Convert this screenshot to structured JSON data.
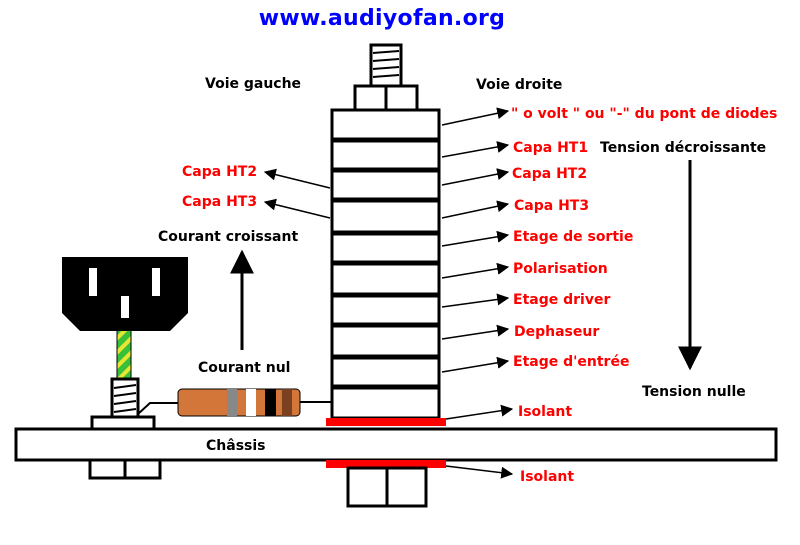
{
  "site_url": "www.audiyofan.org",
  "colors": {
    "url": "#0000ff",
    "label_red": "#ff0000",
    "label_black": "#000000",
    "insulator": "#ff0000",
    "resistor": "#d2763a",
    "ground_wire": [
      "#39c039",
      "#e6e633"
    ]
  },
  "labels": {
    "voie_gauche": "Voie gauche",
    "voie_droite": "Voie droite",
    "courant_croissant": "Courant croissant",
    "courant_nul": "Courant nul",
    "tension_decroissante": "Tension décroissante",
    "tension_nulle": "Tension nulle",
    "chassis": "Châssis"
  },
  "right_labels": [
    "\" o volt \" ou \"-\" du pont de diodes",
    "Capa HT1",
    "Capa HT2",
    "Capa HT3",
    "Etage de sortie",
    "Polarisation",
    "Etage driver",
    "Dephaseur",
    "Etage d'entrée",
    "Isolant"
  ],
  "left_labels": [
    "Capa HT2",
    "Capa HT3"
  ],
  "bottom_label": "Isolant"
}
